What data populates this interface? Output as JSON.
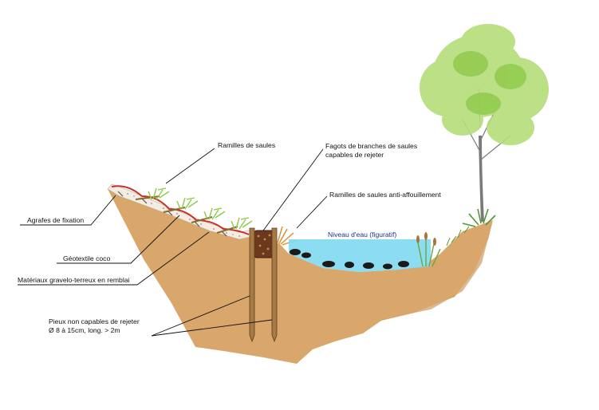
{
  "labels": {
    "ramilles": "Ramilles de saules",
    "fagots_line1": "Fagots de branches de saules",
    "fagots_line2": "capables de rejeter",
    "anti_affouillement": "Ramilles de saules anti-affouillement",
    "niveau": "Niveau d'eau (figuratif)",
    "agrafes": "Agrafes de fixation",
    "geotextile": "Géotextile coco",
    "materiaux": "Matériaux gravelo-terreux en remblai",
    "pieux_line1": "Pieux non capables de rejeter",
    "pieux_line2": "Ø 8 à 15cm, long. > 2m"
  },
  "colors": {
    "soil": "#d9a66b",
    "soil_dark": "#c48a4e",
    "water": "#7fd9f0",
    "geotextile": "#c9302c",
    "fill_material": "#f3ece2",
    "stake": "#a77a45",
    "willow": "#8fc94a",
    "tree_foliage": "#b4dd7a"
  }
}
